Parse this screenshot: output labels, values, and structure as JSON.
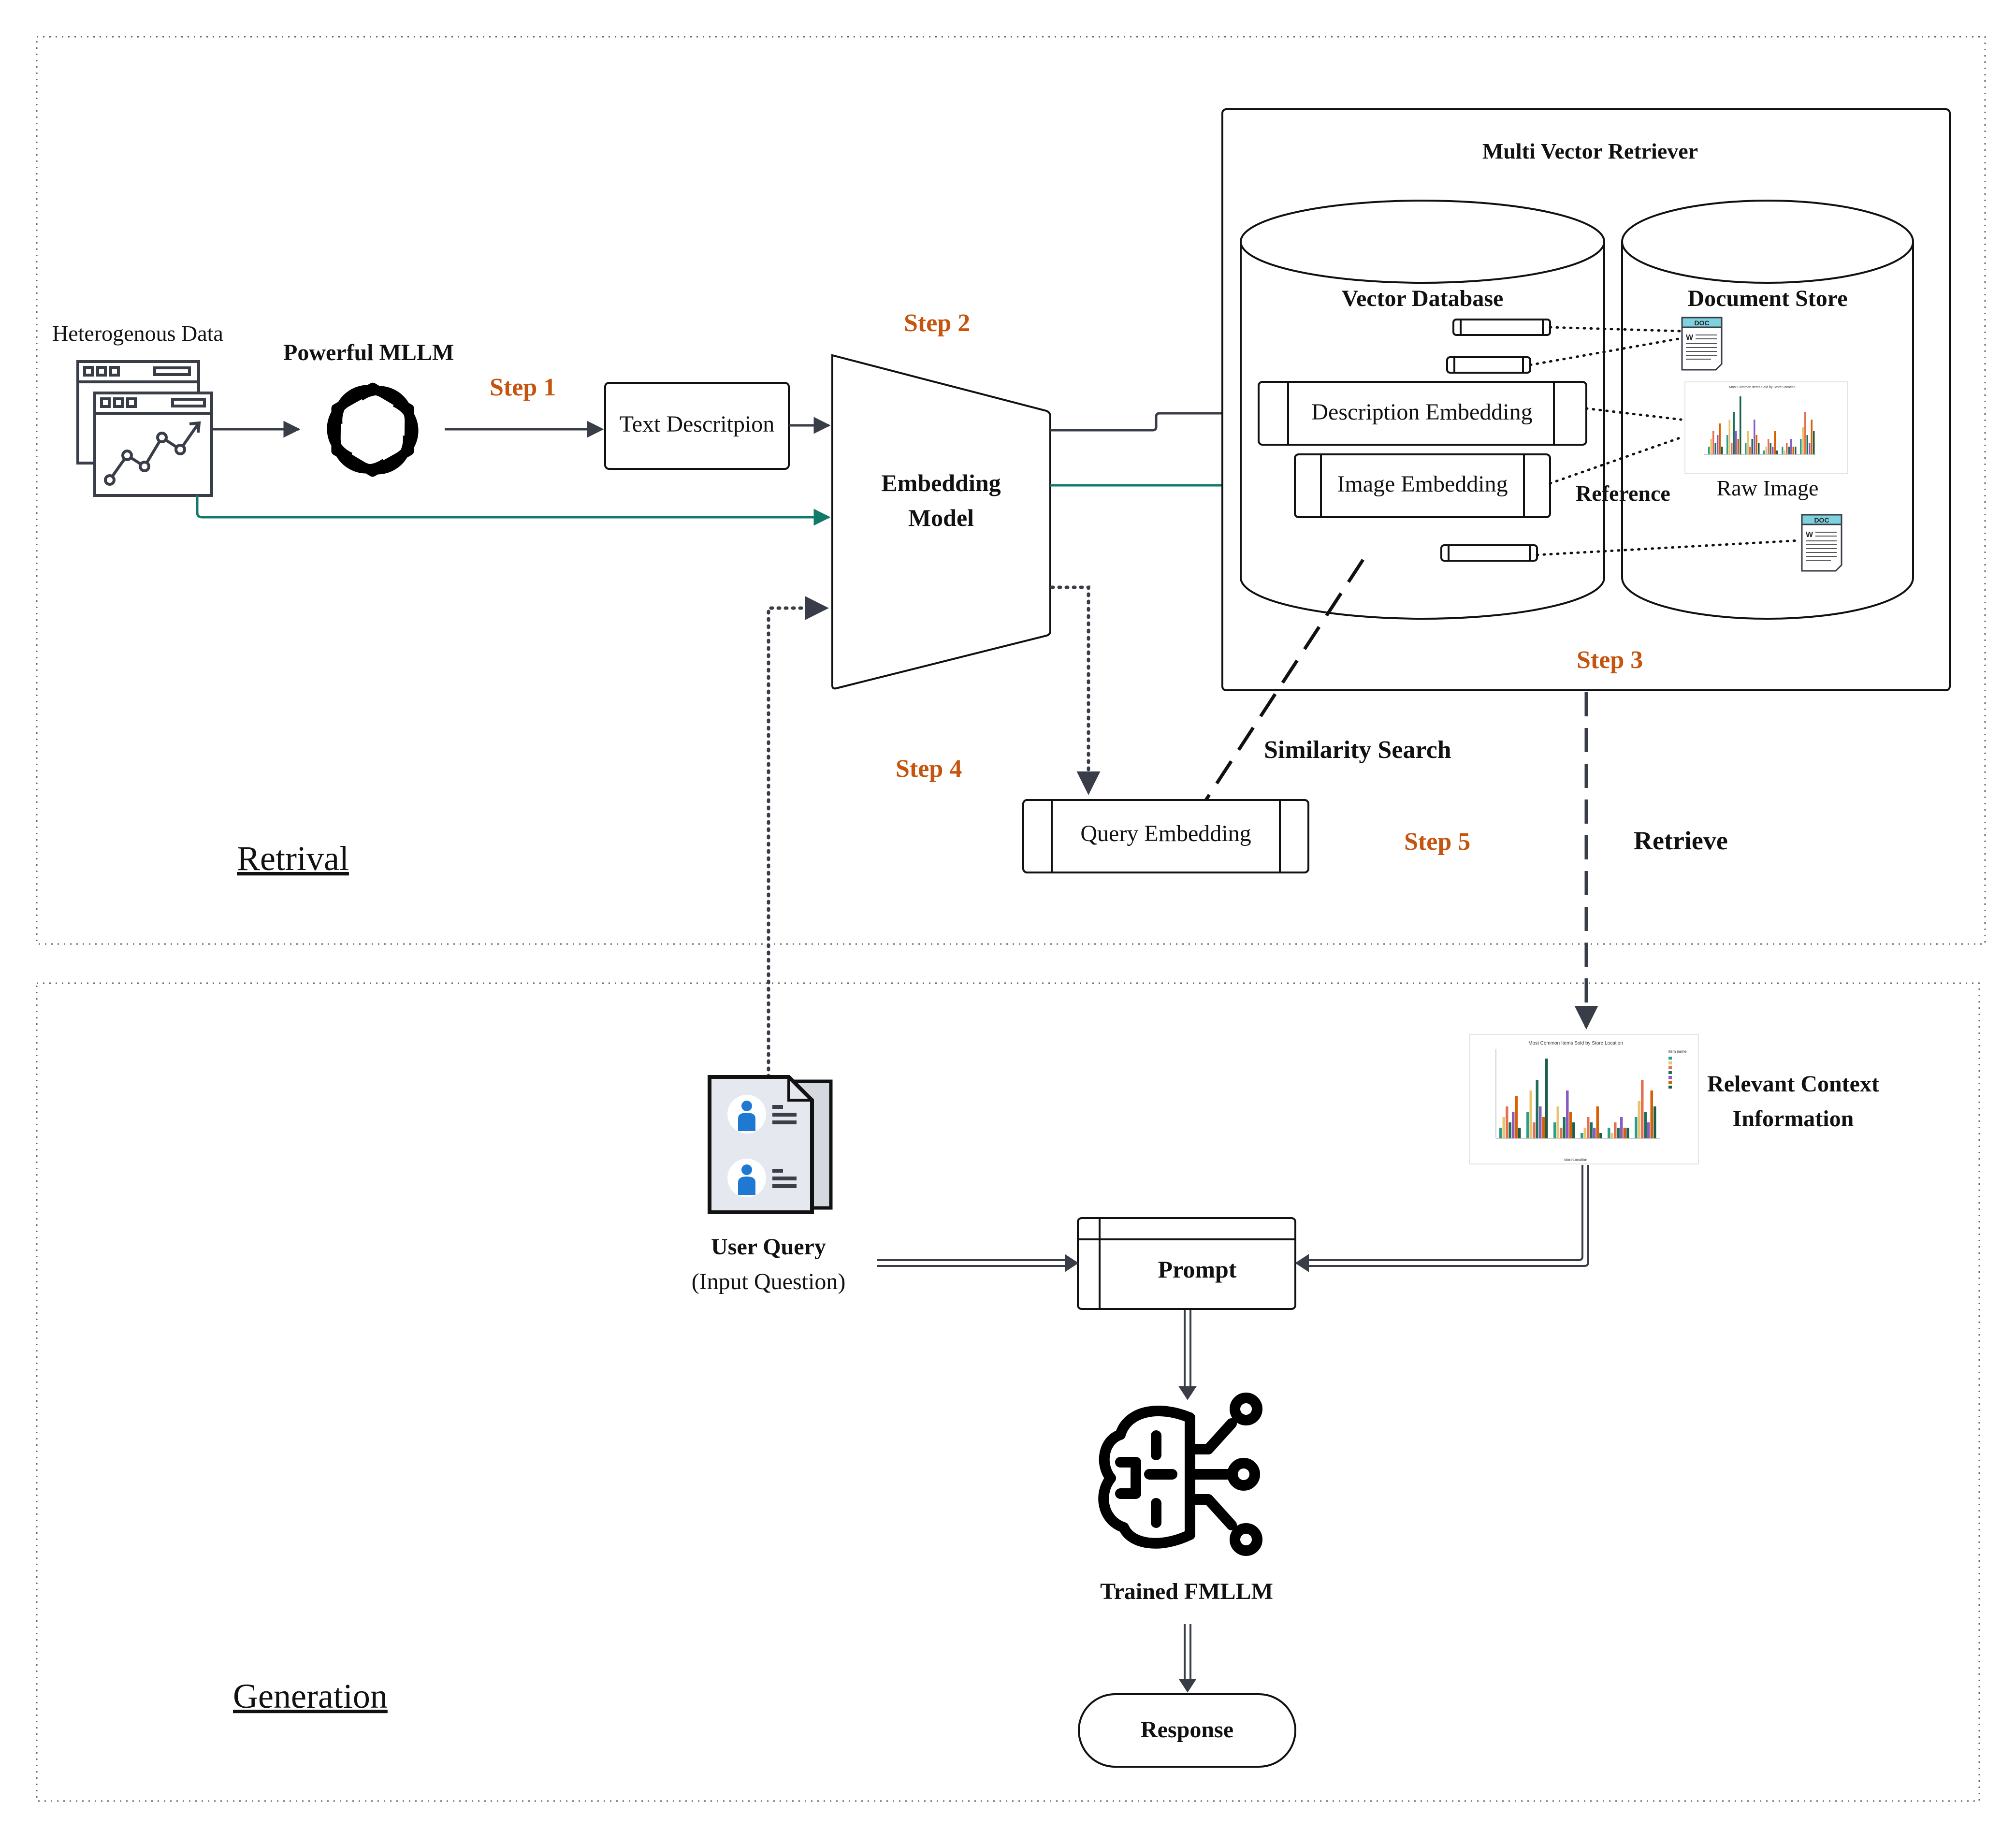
{
  "sections": {
    "retrieval": "Retrival",
    "generation": "Generation"
  },
  "steps": {
    "step1": "Step 1",
    "step2": "Step 2",
    "step3": "Step 3",
    "step4": "Step 4",
    "step5": "Step 5"
  },
  "nodes": {
    "heterogenous_data": "Heterogenous Data",
    "powerful_mllm": "Powerful MLLM",
    "text_description": "Text Descritpion",
    "embedding_model_line1": "Embedding",
    "embedding_model_line2": "Model",
    "multi_vector_retriever": "Multi Vector Retriever",
    "vector_database": "Vector Database",
    "document_store": "Document Store",
    "description_embedding": "Description Embedding",
    "image_embedding": "Image Embedding",
    "reference": "Reference",
    "raw_image": "Raw Image",
    "doc_icon_label": "DOC",
    "doc_icon_letter": "W",
    "similarity_search": "Similarity Search",
    "query_embedding": "Query Embedding",
    "retrieve": "Retrieve",
    "relevant_context_line1": "Relevant Context",
    "relevant_context_line2": "Information",
    "user_query": "User Query",
    "input_question": "(Input Question)",
    "prompt": "Prompt",
    "trained_fmllm": "Trained FMLLM",
    "response": "Response",
    "thumb_chart_title": "Most Common Items Sold by Store Location",
    "thumb_legend_title": "item name",
    "thumb_x_label": "storeLocation"
  },
  "colors": {
    "step": "#c4540e",
    "teal": "#127a6a",
    "dark": "#383d47",
    "text": "#111111",
    "person_blue": "#1f78d1",
    "doc_cyan": "#7fd1df"
  },
  "icons": {
    "dashboard": "dashboard-chart-icon",
    "openai": "openai-logo-icon",
    "document": "word-document-icon",
    "user_query": "user-profile-cards-icon",
    "brain": "ai-brain-circuit-icon"
  }
}
